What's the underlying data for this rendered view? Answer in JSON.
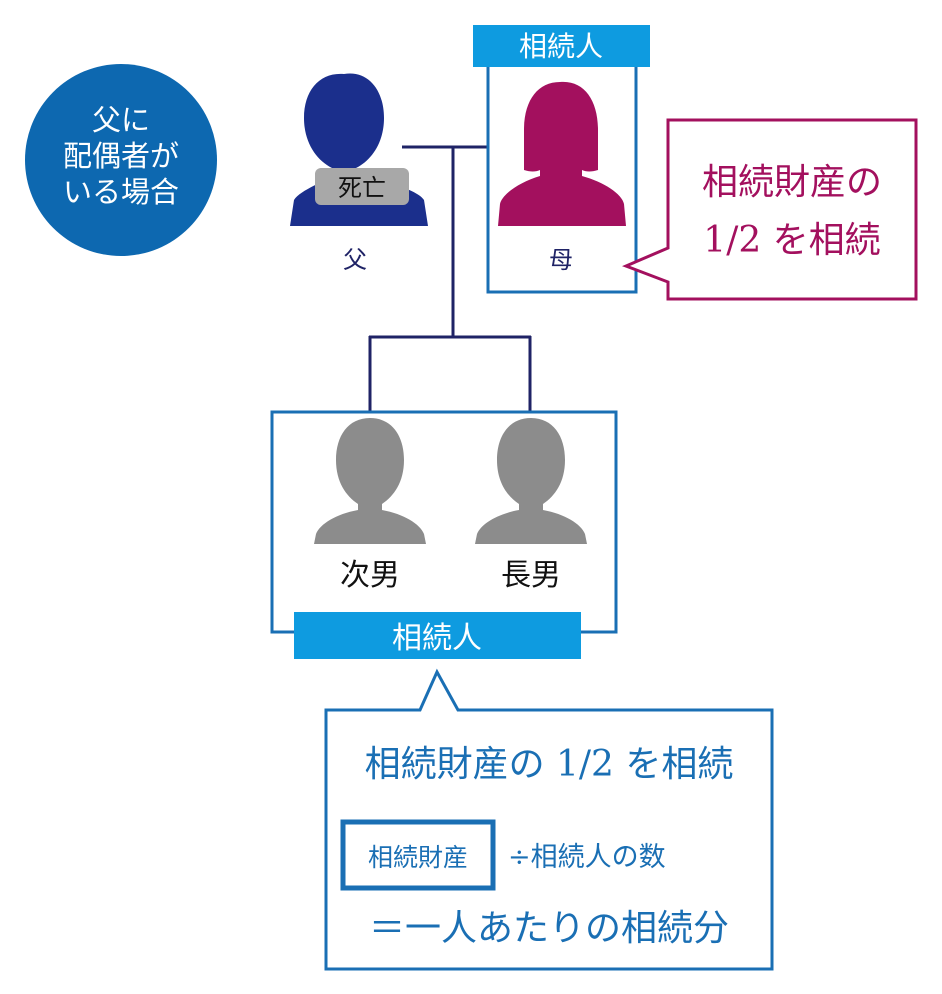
{
  "badge": {
    "text_line1": "父に",
    "text_line2": "配偶者が",
    "text_line3": "いる場合"
  },
  "father": {
    "label": "父",
    "status": "死亡"
  },
  "mother": {
    "label": "母",
    "heir_tag": "相続人"
  },
  "mother_callout": {
    "line1": "相続財産の",
    "line2": "1/2 を相続"
  },
  "children": {
    "second_son": "次男",
    "eldest_son": "長男",
    "heir_tag": "相続人"
  },
  "children_callout": {
    "line1": "相続財産の 1/2 を相続",
    "box_label": "相続財産",
    "divide_text": "÷相続人の数",
    "result": "＝一人あたりの相続分"
  },
  "colors": {
    "navy": "#1b2f8c",
    "line": "#1f2366",
    "magenta": "#a3105e",
    "sky": "#0e9be0",
    "frame_blue": "#1a6fb4",
    "badge_blue": "#0d68b0",
    "gray": "#8c8c8c"
  }
}
